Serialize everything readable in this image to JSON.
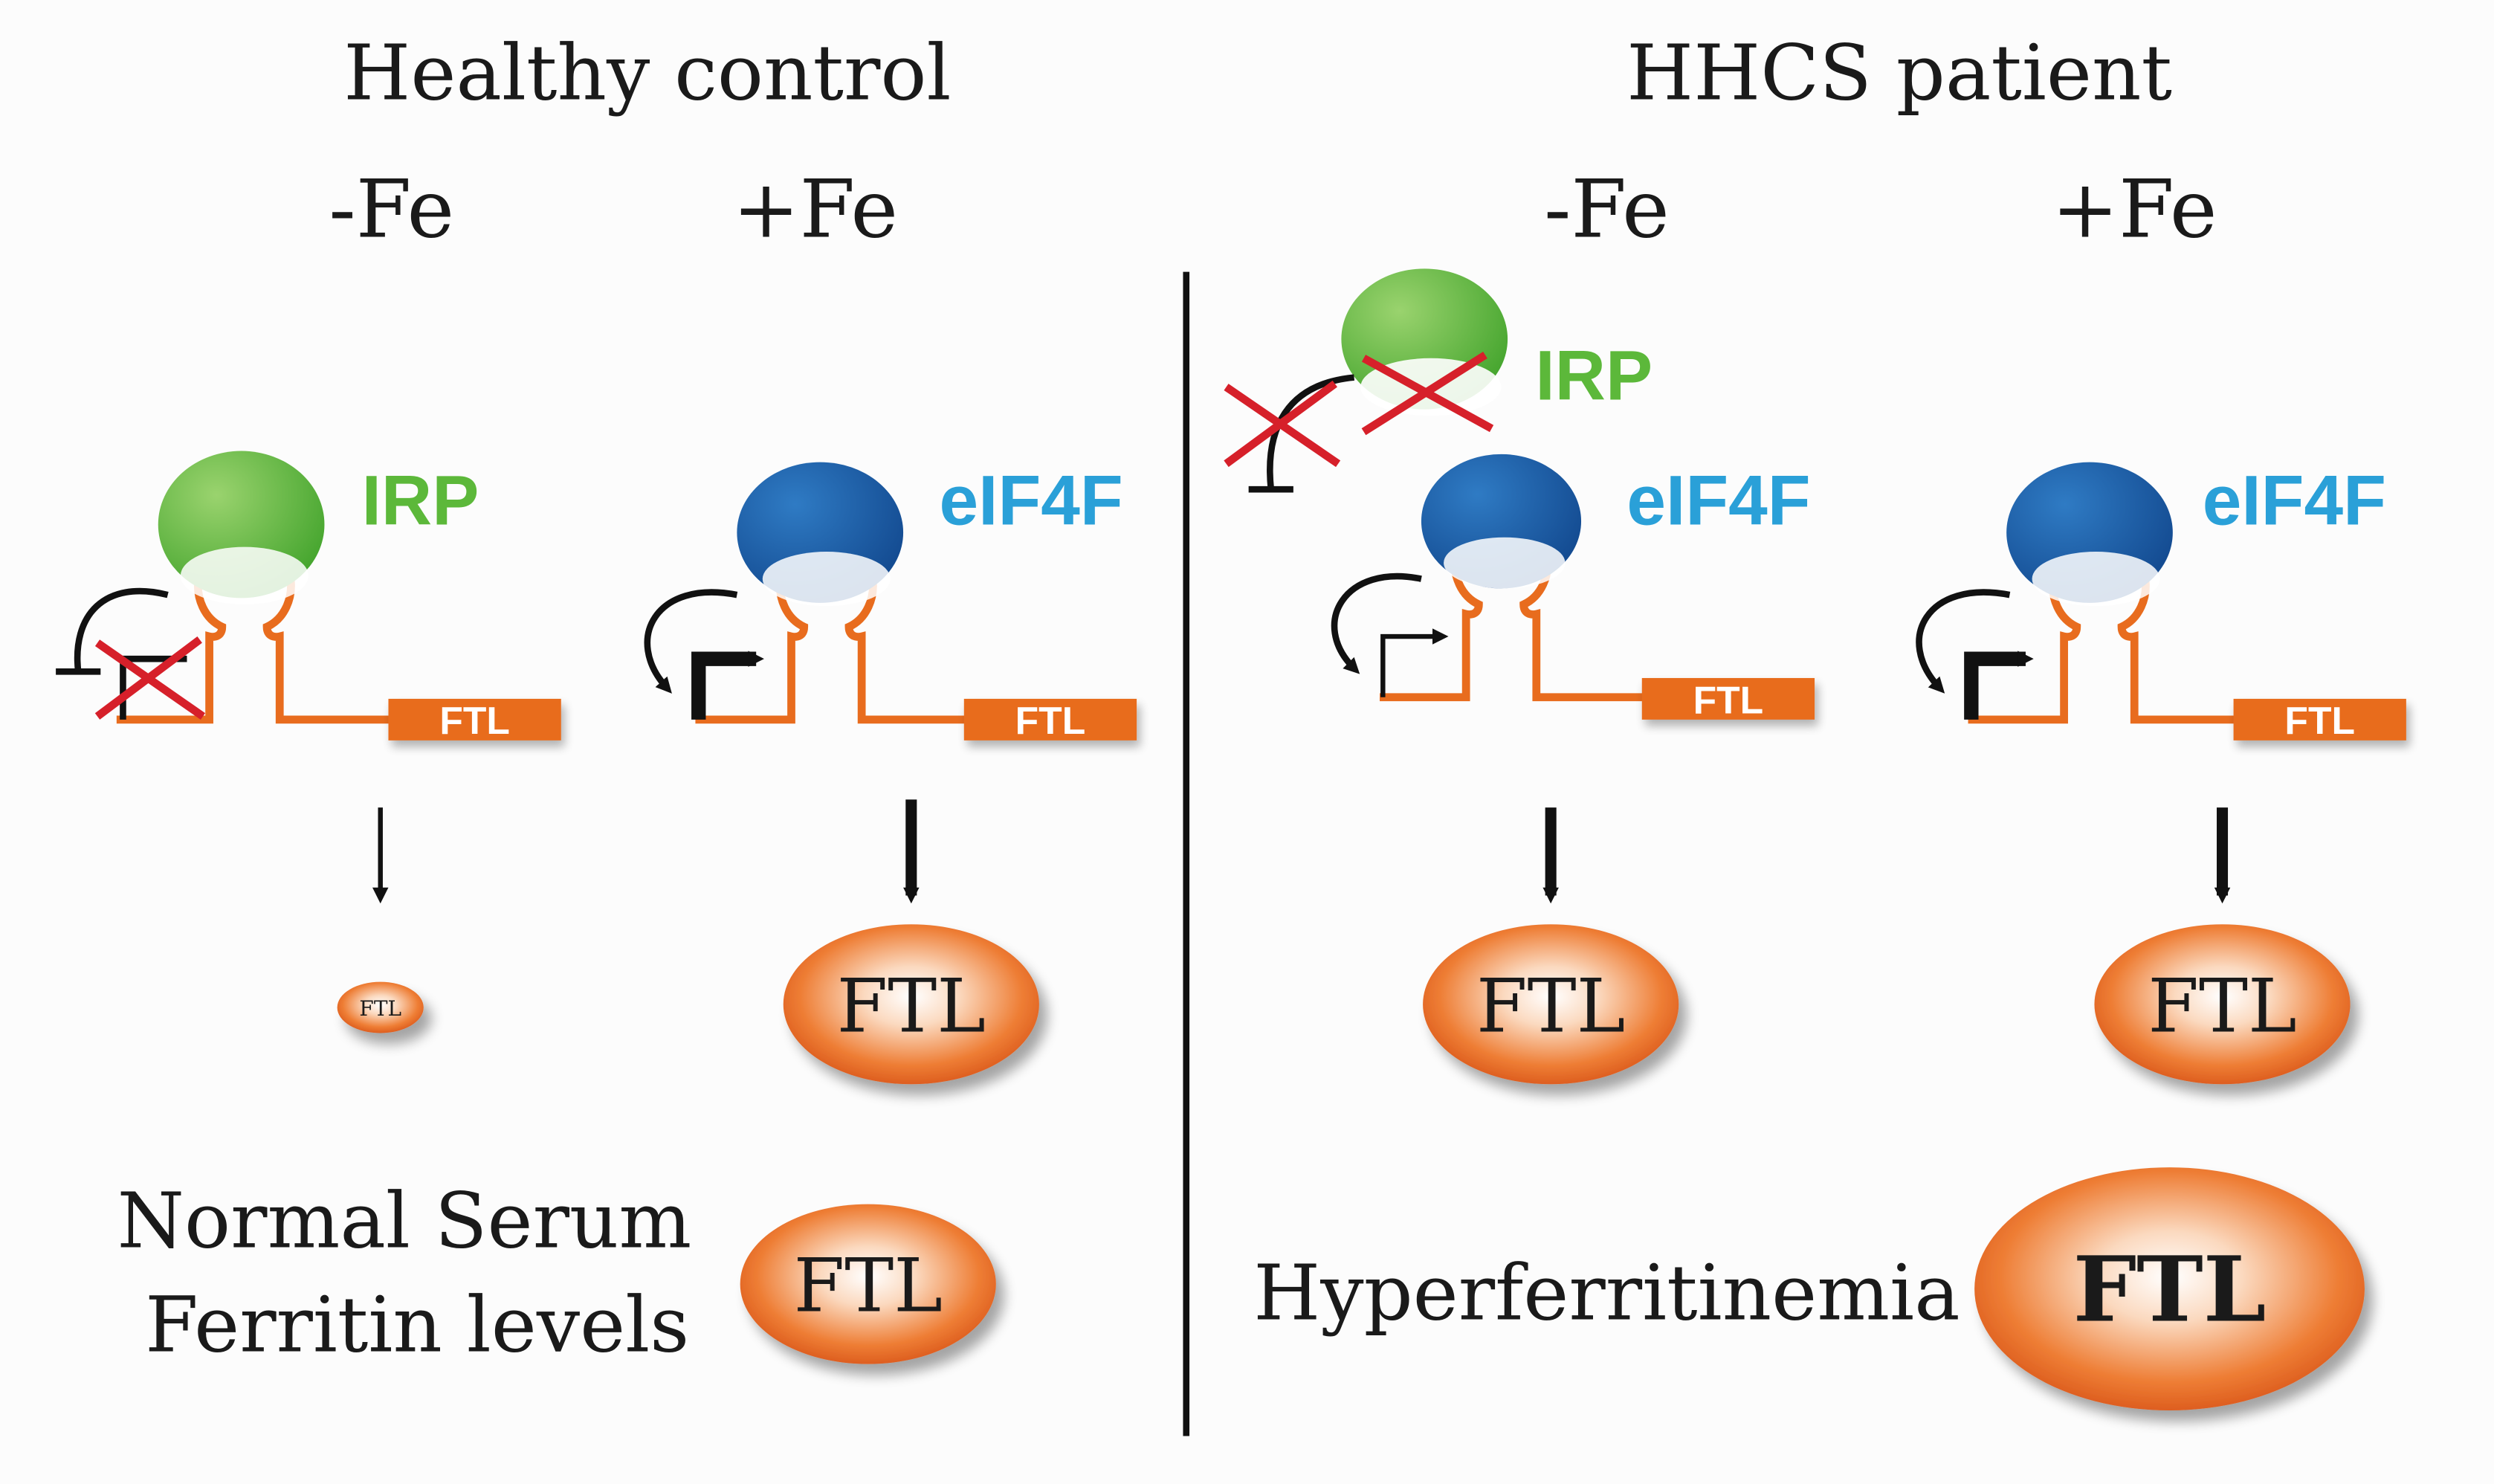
{
  "panels": {
    "healthy": {
      "title": "Healthy control",
      "minus_fe": "-Fe",
      "plus_fe": "+Fe",
      "irp_label": "IRP",
      "eif4f_label": "eIF4F",
      "gene_label_1": "FTL",
      "gene_label_2": "FTL",
      "protein_small": "FTL",
      "protein_large": "FTL",
      "outcome_line1": "Normal Serum",
      "outcome_line2": "Ferritin levels",
      "outcome_protein": "FTL"
    },
    "patient": {
      "title": "HHCS patient",
      "minus_fe": "-Fe",
      "plus_fe": "+Fe",
      "irp_label": "IRP",
      "eif4f_label_1": "eIF4F",
      "eif4f_label_2": "eIF4F",
      "gene_label_1": "FTL",
      "gene_label_2": "FTL",
      "protein_1": "FTL",
      "protein_2": "FTL",
      "outcome": "Hyperferritinemia",
      "outcome_protein": "FTL"
    }
  },
  "colors": {
    "irp": "#5cb83a",
    "eif4f_fill": "#1a5ea8",
    "eif4f_text": "#2aa0d8",
    "mrna": "#e86c1e",
    "protein": "#e8641a",
    "inhibit_cross": "#d6202a",
    "text": "#1a1a1a"
  }
}
